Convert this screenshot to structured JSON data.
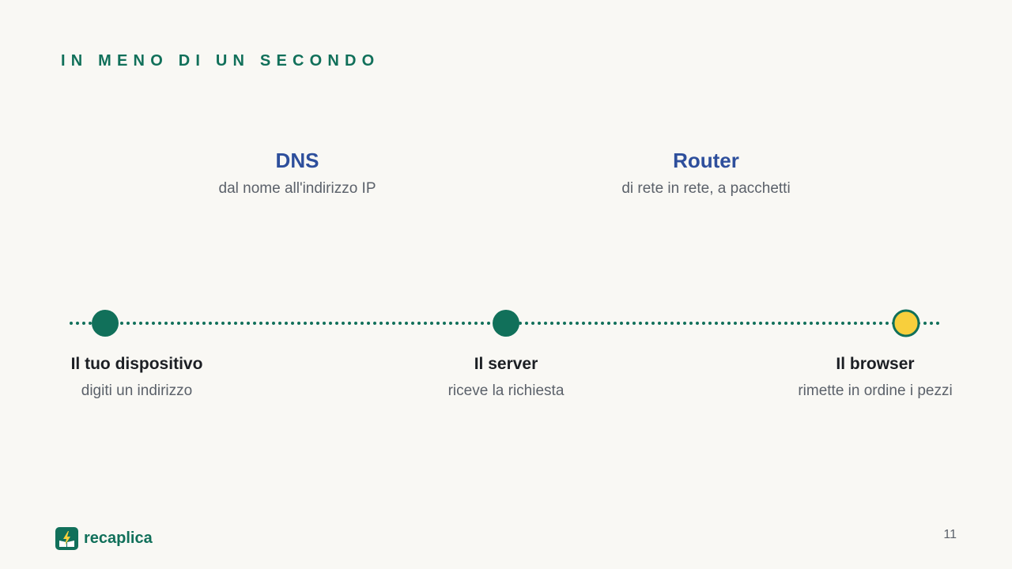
{
  "eyebrow": "IN MENO DI UN SECONDO",
  "top_labels": [
    {
      "title": "DNS",
      "subtitle": "dal nome all'indirizzo IP"
    },
    {
      "title": "Router",
      "subtitle": "di rete in rete, a pacchetti"
    }
  ],
  "nodes": [
    {
      "title": "Il tuo dispositivo",
      "subtitle": "digiti un indirizzo",
      "state": "done"
    },
    {
      "title": "Il server",
      "subtitle": "riceve la richiesta",
      "state": "done"
    },
    {
      "title": "Il browser",
      "subtitle": "rimette in ordine i pezzi",
      "state": "current"
    }
  ],
  "brand": {
    "name": "recaplica",
    "icon": "book-bolt-icon"
  },
  "page_number": "11",
  "colors": {
    "accent": "#11705a",
    "title_blue": "#2e4f9c",
    "highlight": "#f8cf3c",
    "background": "#f9f8f4"
  }
}
